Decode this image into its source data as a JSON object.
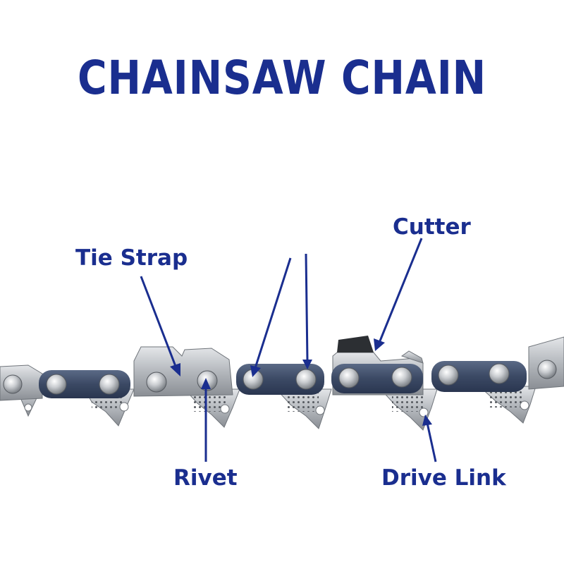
{
  "title": "CHAINSAW CHAIN",
  "labels": {
    "tie_strap": "Tie Strap",
    "cutter": "Cutter",
    "rivet": "Rivet",
    "drive_link": "Drive Link"
  },
  "colors": {
    "accent": "#1a2e8f",
    "steel": "#b9bcc0",
    "steel_dark": "#7d8187",
    "link_blue": "#3a4a68",
    "background": "#ffffff"
  }
}
